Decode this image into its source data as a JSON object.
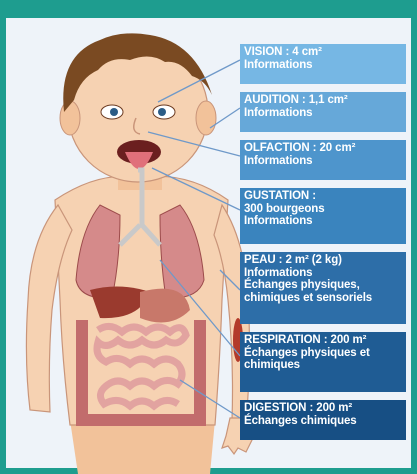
{
  "colors": {
    "frame": "#1e9d8f",
    "background": "#eef3f9",
    "label_shades": [
      "#76b7e4",
      "#66a8d9",
      "#4e95cc",
      "#3a84be",
      "#2d6ea8",
      "#1f5c94",
      "#174f84"
    ]
  },
  "labels": [
    {
      "key": "vision",
      "lines": [
        "VISION : 4 cm²",
        "Informations"
      ],
      "color": "#76b7e4"
    },
    {
      "key": "audition",
      "lines": [
        "AUDITION : 1,1 cm²",
        "Informations"
      ],
      "color": "#66a8d9"
    },
    {
      "key": "olfaction",
      "lines": [
        "OLFACTION : 20 cm²",
        "Informations"
      ],
      "color": "#4e95cc"
    },
    {
      "key": "gustation",
      "lines": [
        "GUSTATION :",
        "300 bourgeons",
        "Informations"
      ],
      "color": "#3a84be"
    },
    {
      "key": "peau",
      "lines": [
        "PEAU : 2 m² (2 kg)",
        "Informations",
        "Échanges physiques,",
        "chimiques et sensoriels"
      ],
      "color": "#2d6ea8"
    },
    {
      "key": "respiration",
      "lines": [
        "RESPIRATION : 200 m²",
        "Échanges physiques et",
        "chimiques"
      ],
      "color": "#1f5c94"
    },
    {
      "key": "digestion",
      "lines": [
        "DIGESTION : 200 m²",
        "Échanges chimiques"
      ],
      "color": "#174f84"
    }
  ]
}
